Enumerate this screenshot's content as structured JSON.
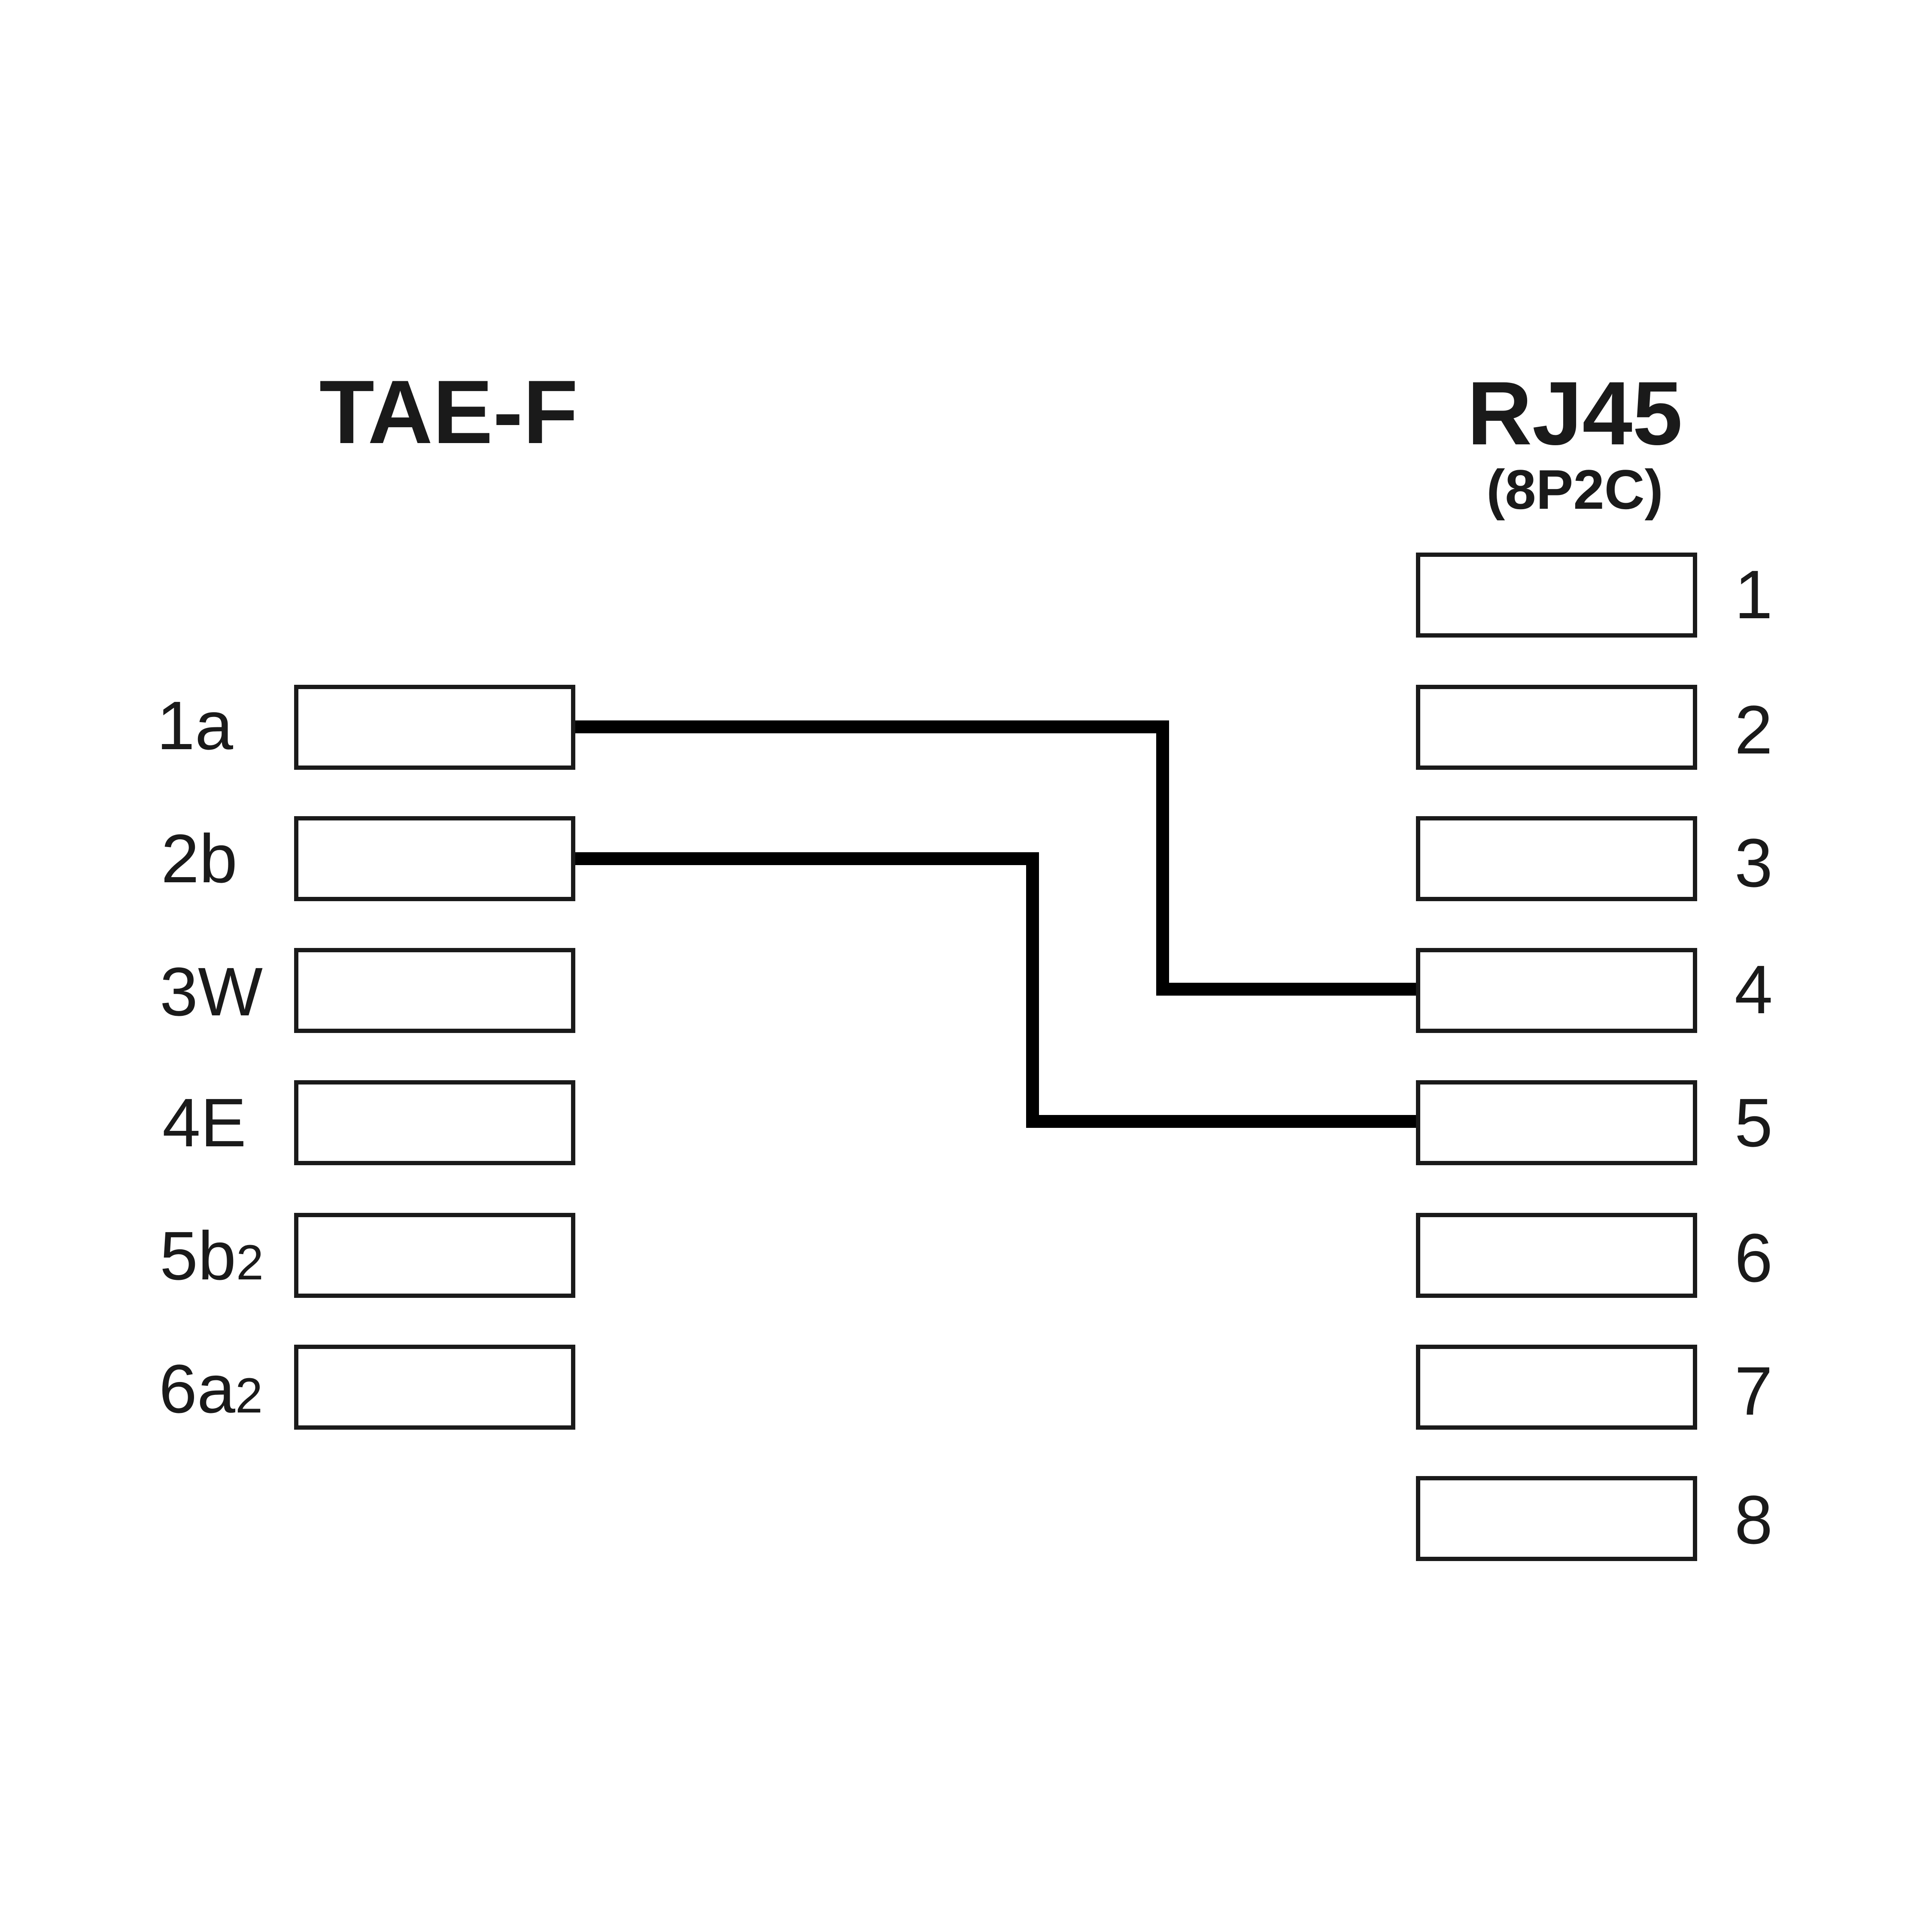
{
  "tae": {
    "title": "TAE-F",
    "pins": [
      {
        "num": "1",
        "sig": "a",
        "sub": ""
      },
      {
        "num": "2",
        "sig": "b",
        "sub": ""
      },
      {
        "num": "3",
        "sig": "W",
        "sub": ""
      },
      {
        "num": "4",
        "sig": "E",
        "sub": ""
      },
      {
        "num": "5",
        "sig": "b",
        "sub": "2"
      },
      {
        "num": "6",
        "sig": "a",
        "sub": "2"
      }
    ]
  },
  "rj45": {
    "title": "RJ45",
    "subtitle": "(8P2C)",
    "pins": [
      "1",
      "2",
      "3",
      "4",
      "5",
      "6",
      "7",
      "8"
    ]
  },
  "connections": [
    {
      "from": "1a",
      "to": "4"
    },
    {
      "from": "2b",
      "to": "5"
    }
  ],
  "colors": {
    "wire": "#000000",
    "outline": "#1a1a1a",
    "background": "#ffffff"
  }
}
